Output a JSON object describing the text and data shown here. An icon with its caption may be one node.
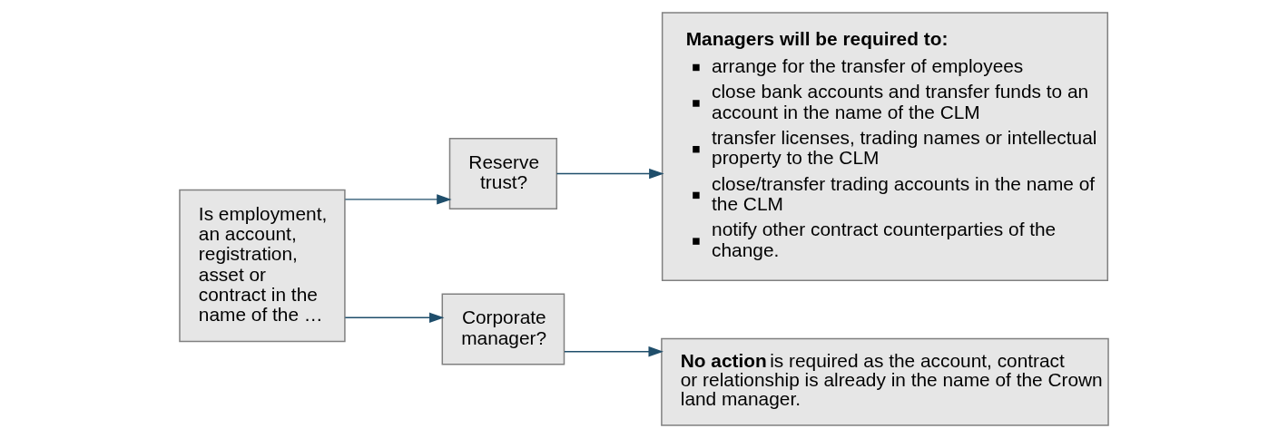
{
  "diagram": {
    "nodes": [
      {
        "text": [
          "Is employment, an account, registration, asset or contract in the name of the …"
        ]
      },
      {
        "text": [
          "Reserve trust?"
        ]
      },
      {
        "text": [
          "Managers will be required to:",
          "arrange for the transfer of employees",
          "close bank accounts and transfer funds to an account in the name of the CLM",
          "transfer licenses, trading names or intellectual property to the CLM",
          "close/transfer trading accounts in the name of the CLM",
          "notify other contract counterparties of the change."
        ]
      },
      {
        "text": [
          "Corporate manager?"
        ]
      },
      {
        "text": [
          "**No action** is required as the account, contract or relationship is already in the name of the Crown land manager."
        ]
      }
    ],
    "edges": [
      {
        "from": 0,
        "to": 1,
        "arrow": "to"
      },
      {
        "from": 0,
        "to": 3,
        "arrow": "to"
      },
      {
        "from": 1,
        "to": 2,
        "arrow": "to"
      },
      {
        "from": 3,
        "to": 4,
        "arrow": "to"
      }
    ]
  }
}
